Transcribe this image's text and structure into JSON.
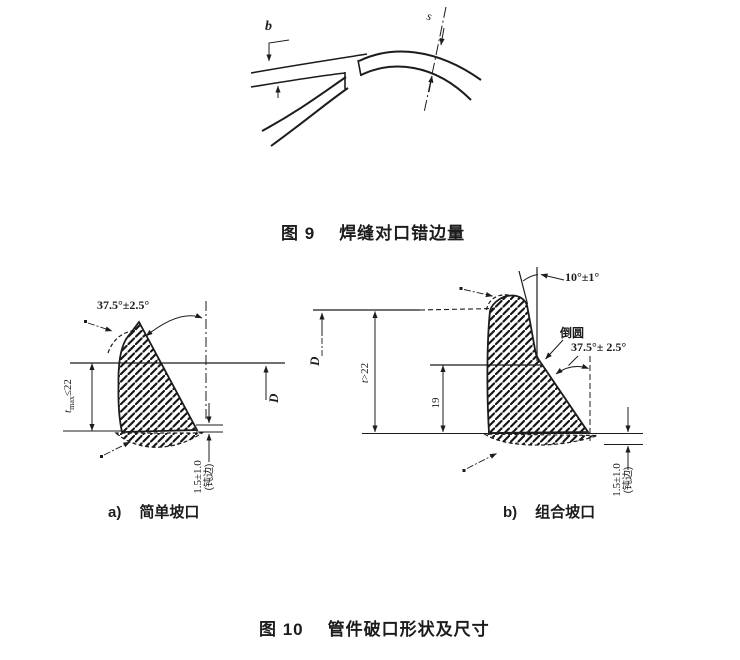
{
  "figure9": {
    "caption": {
      "label": "图 9",
      "title": "焊缝对口错边量"
    },
    "labels": {
      "misalignment": "b",
      "wall_thickness": "s"
    }
  },
  "figure10": {
    "caption": {
      "label": "图 10",
      "title": "管件破口形状及尺寸"
    },
    "a": {
      "caption": {
        "label": "a)",
        "title": "简单坡口"
      },
      "groove_angle": "37.5°±2.5°",
      "thickness": {
        "var": "t",
        "sub": "max",
        "rest": "≤22"
      },
      "diameter": "D",
      "root_face": {
        "value": "1.5±1.0",
        "note": "(钝边)"
      }
    },
    "b": {
      "caption": {
        "label": "b)",
        "title": "组合坡口"
      },
      "angle_top": "10°±1°",
      "fillet": "倒圆",
      "angle_main": "37.5°± 2.5°",
      "diameter": "D",
      "thickness": {
        "var": "t",
        "rest": ">22"
      },
      "depth": "19",
      "root_face": {
        "value": "1.5±1.0",
        "note": "(钝边)"
      }
    }
  }
}
